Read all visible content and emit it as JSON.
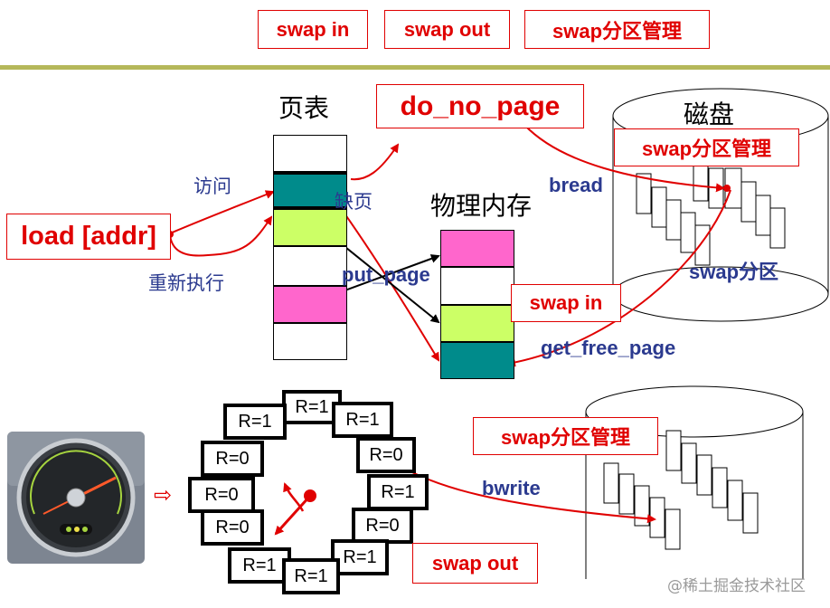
{
  "top_buttons": [
    "swap in",
    "swap out",
    "swap分区管理"
  ],
  "labels": {
    "page_table": "页表",
    "do_no_page": "do_no_page",
    "disk": "磁盘",
    "swap_mgmt_1": "swap分区管理",
    "visit": "访问",
    "fault": "缺页",
    "bread": "bread",
    "load_addr": "load [addr]",
    "reexec": "重新执行",
    "phys_mem": "物理内存",
    "put_page": "put_page",
    "swap_partition": "swap分区",
    "swap_in_2": "swap in",
    "get_free_page": "get_free_page",
    "swap_mgmt_2": "swap分区管理",
    "bwrite": "bwrite",
    "swap_out_2": "swap out",
    "arrow_symbol": "⇨",
    "watermark": "@稀土掘金技术社区"
  },
  "clock_entries": [
    "R=1",
    "R=1",
    "R=1",
    "R=0",
    "R=0",
    "R=0",
    "R=1",
    "R=0",
    "R=0",
    "R=1",
    "R=1",
    "R=1"
  ],
  "colors": {
    "red": "#e00000",
    "teal": "#008b8b",
    "lime": "#ccff66",
    "magenta": "#ff66cc",
    "olive_line": "#b5b85a",
    "blue_text": "#2b3a8f"
  }
}
